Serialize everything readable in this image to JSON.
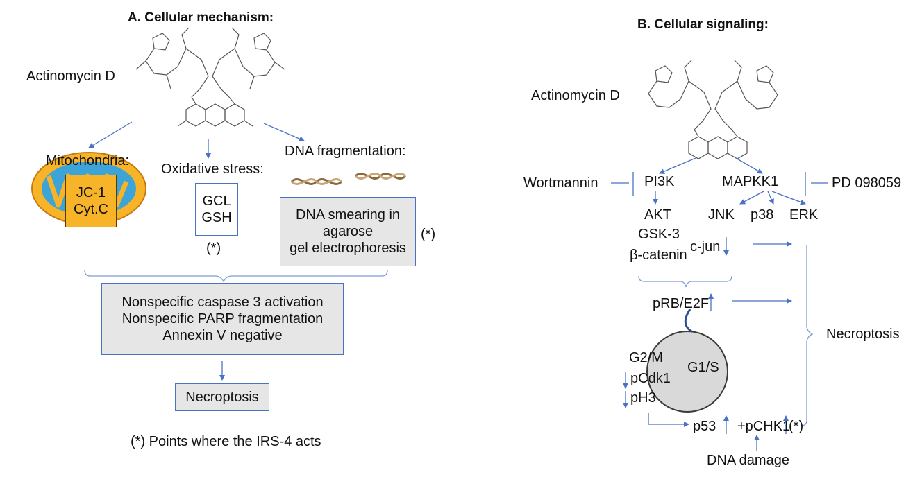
{
  "panel_a": {
    "title": "A. Cellular mechanism:",
    "compound": "Actinomycin D",
    "mitochondria": {
      "label": "Mitochondria:",
      "markers": [
        "JC-1",
        "Cyt.C"
      ]
    },
    "oxidative_stress": {
      "label": "Oxidative stress:",
      "markers": [
        "GCL",
        "GSH"
      ],
      "note": "(*)"
    },
    "dna_fragmentation": {
      "label": "DNA fragmentation:",
      "box_lines": [
        "DNA smearing in",
        "agarose",
        "gel electrophoresis"
      ],
      "note": "(*)"
    },
    "effects": [
      "Nonspecific caspase 3 activation",
      "Nonspecific PARP fragmentation",
      "Annexin V negative"
    ],
    "outcome": "Necroptosis",
    "footnote": "(*) Points where the IRS-4 acts"
  },
  "panel_b": {
    "title": "B. Cellular signaling:",
    "compound": "Actinomycin D",
    "inhibitors": {
      "left": "Wortmannin",
      "right": "PD 098059"
    },
    "pi3k": "PI3K",
    "mapkk1": "MAPKK1",
    "pi3k_targets": [
      "AKT",
      "GSK-3",
      "β-catenin"
    ],
    "mapk_targets": [
      "JNK",
      "p38",
      "ERK"
    ],
    "cjun": "c-jun",
    "prb": "pRB/E2F",
    "cycle": {
      "g2m": "G2/M",
      "g1s": "G1/S"
    },
    "cycle_markers": [
      "pCdk1",
      "pH3"
    ],
    "p53": "p53",
    "pchk1": "+pCHK1",
    "note": "(*)",
    "dna_damage": "DNA damage",
    "outcome": "Necroptosis"
  },
  "colors": {
    "arrow": "#4a72c4",
    "box_gray": "#e6e6e6",
    "mito_orange": "#f7b428",
    "mito_inner": "#3da4d8",
    "circle": "#d9d9d9"
  }
}
